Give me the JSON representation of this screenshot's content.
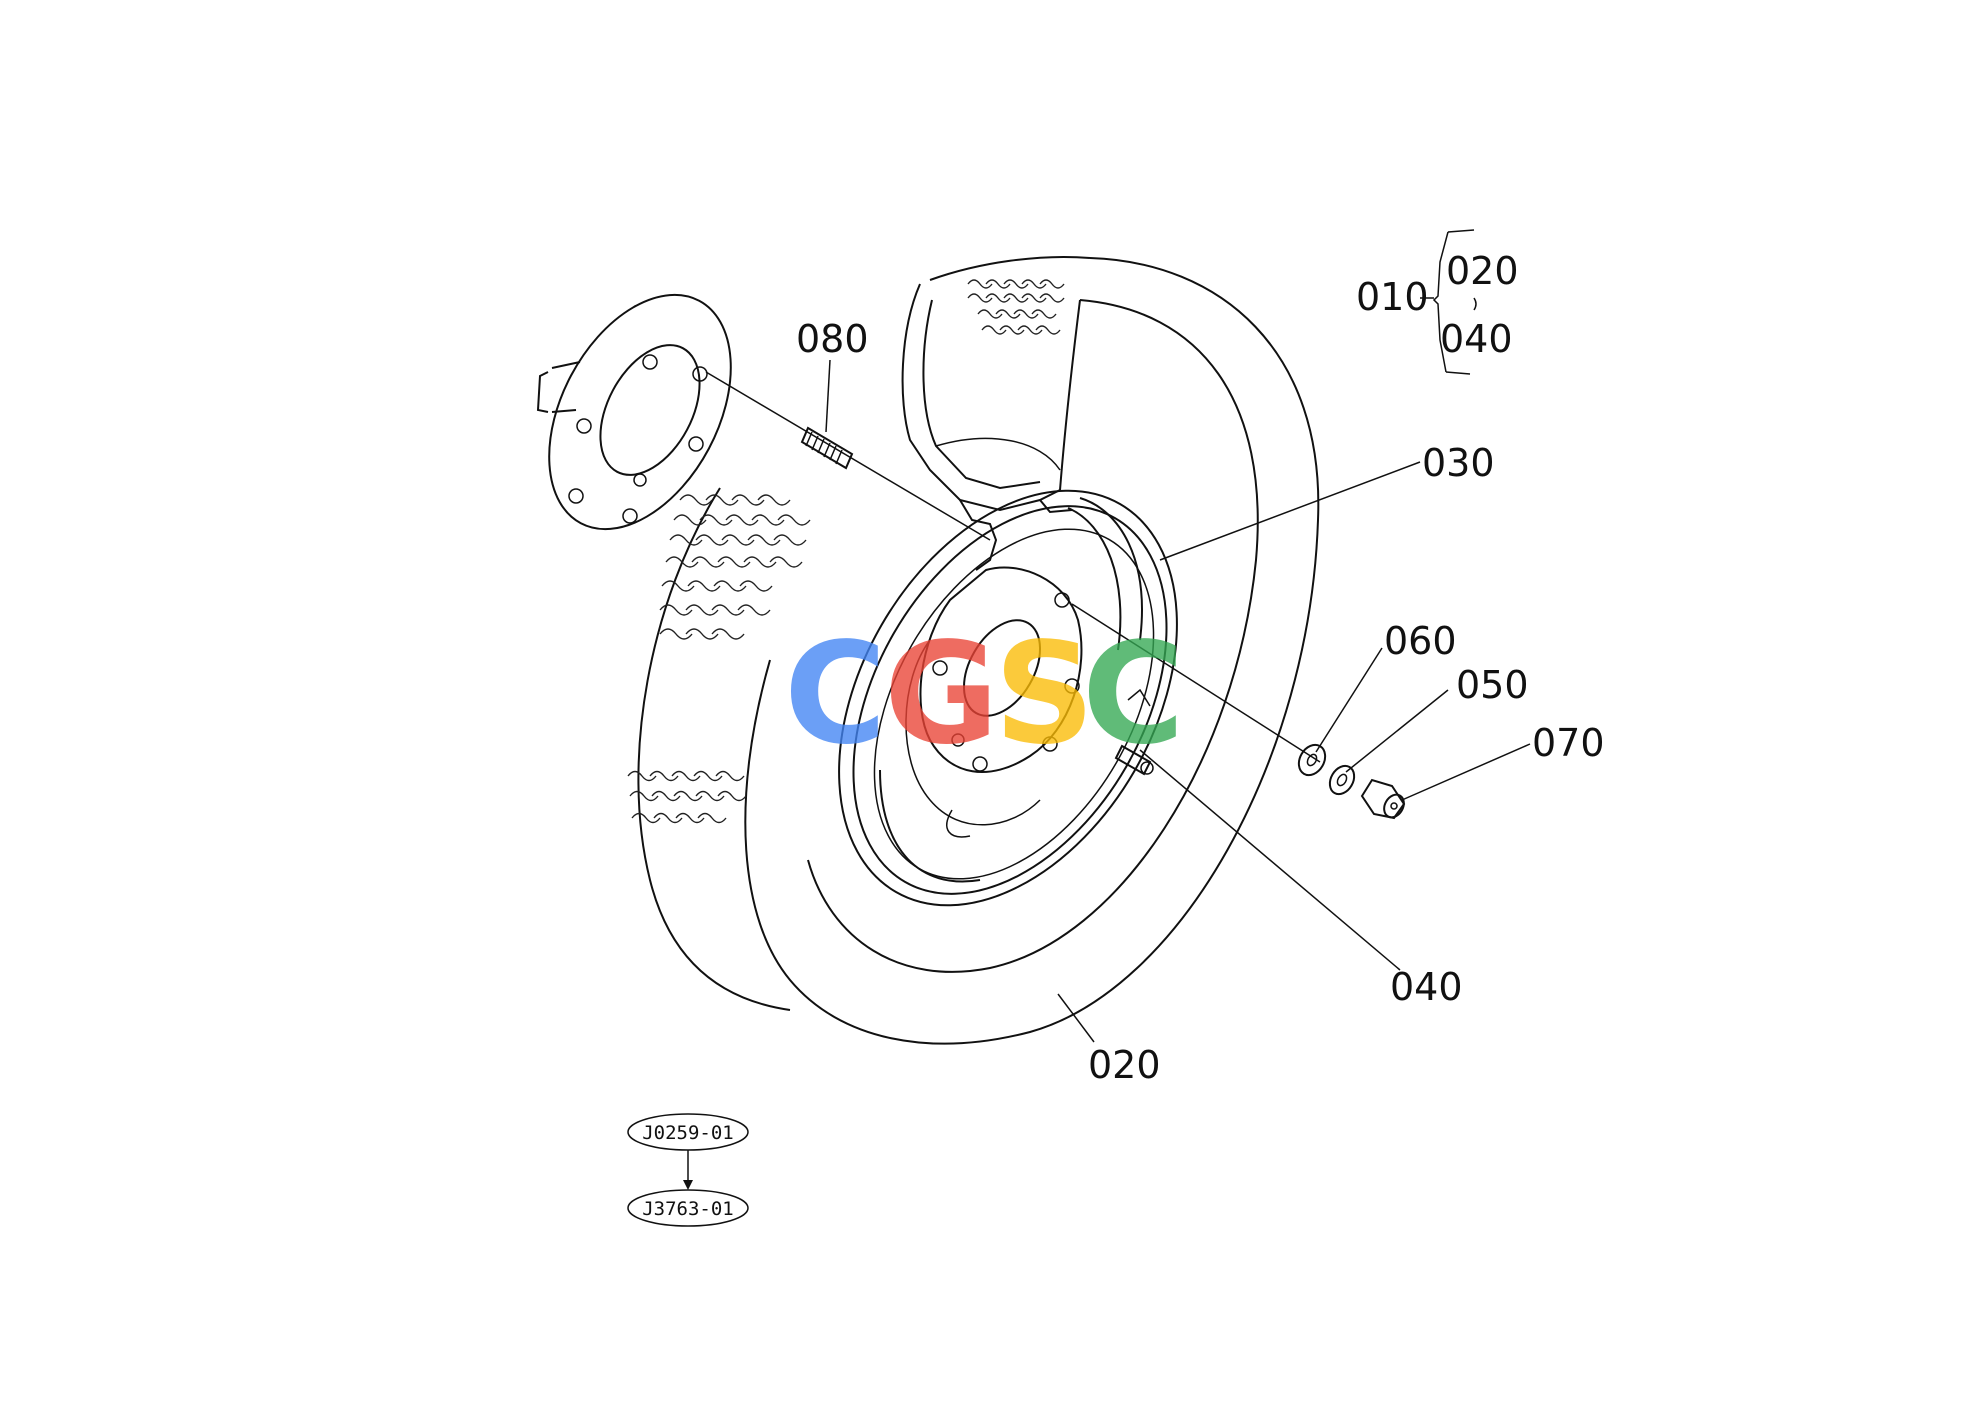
{
  "callouts": {
    "c010": "010",
    "c020_top": "020",
    "c040_top": "040",
    "c080": "080",
    "c030": "030",
    "c060": "060",
    "c050": "050",
    "c070": "070",
    "c040": "040",
    "c020": "020"
  },
  "refs": {
    "from": "J0259-01",
    "to": "J3763-01"
  },
  "watermark": {
    "text": "CGSC",
    "colors": [
      "#4285F4",
      "#EA4335",
      "#FBBC05",
      "#34A853"
    ]
  }
}
